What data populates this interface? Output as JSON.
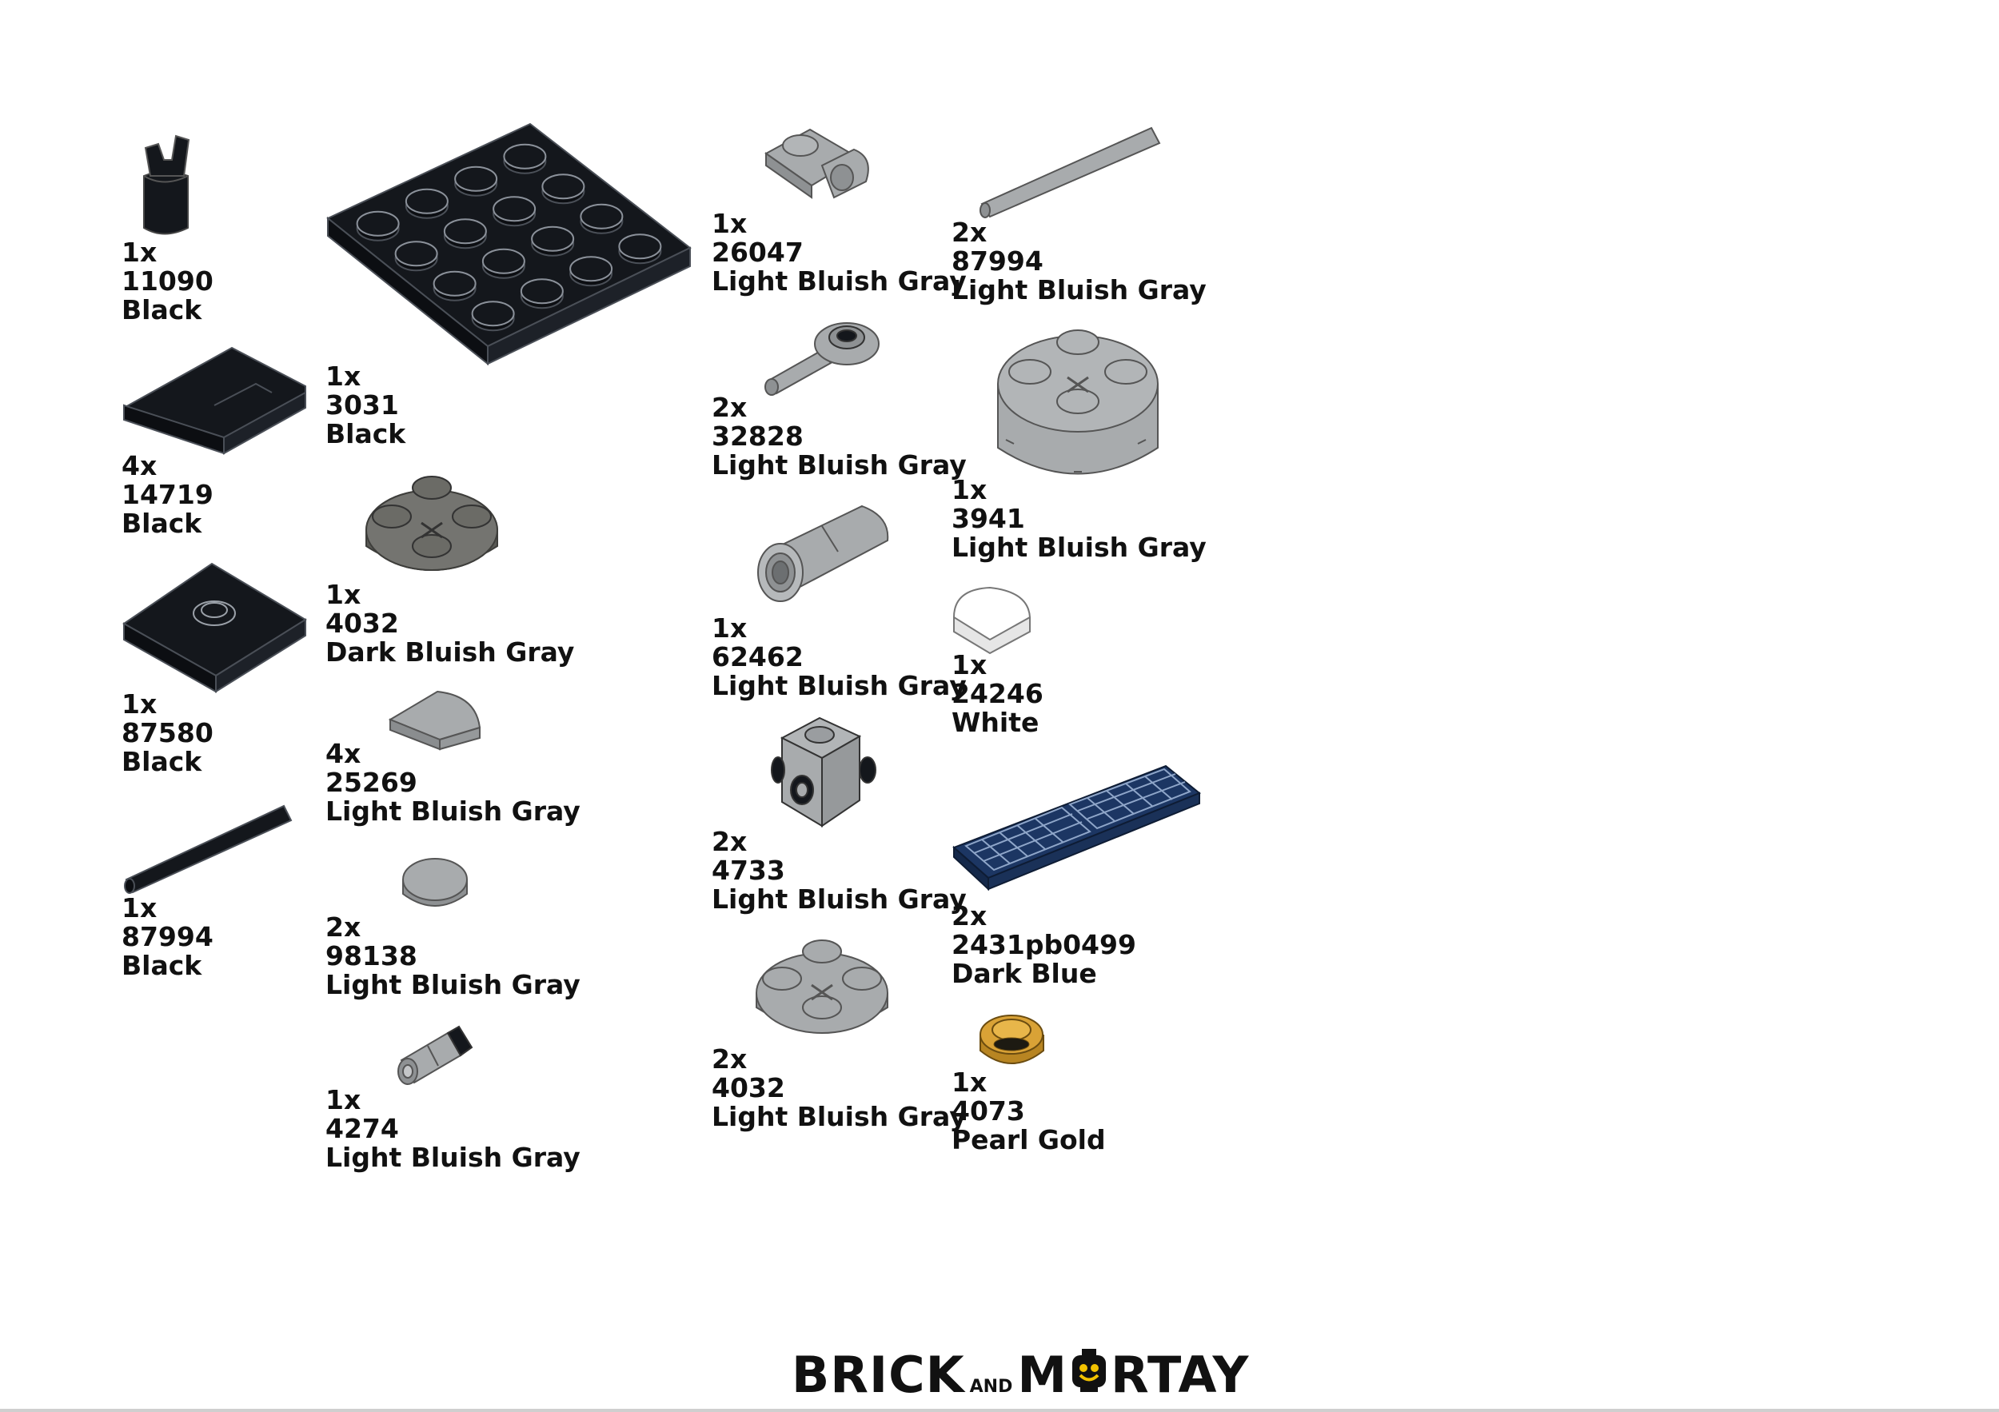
{
  "parts": [
    {
      "qty": "1x",
      "id": "11090",
      "color": "Black"
    },
    {
      "qty": "1x",
      "id": "3031",
      "color": "Black"
    },
    {
      "qty": "4x",
      "id": "14719",
      "color": "Black"
    },
    {
      "qty": "1x",
      "id": "4032",
      "color": "Dark Bluish Gray"
    },
    {
      "qty": "1x",
      "id": "87580",
      "color": "Black"
    },
    {
      "qty": "4x",
      "id": "25269",
      "color": "Light Bluish Gray"
    },
    {
      "qty": "1x",
      "id": "87994",
      "color": "Black"
    },
    {
      "qty": "2x",
      "id": "98138",
      "color": "Light Bluish Gray"
    },
    {
      "qty": "1x",
      "id": "4274",
      "color": "Light Bluish Gray"
    },
    {
      "qty": "1x",
      "id": "26047",
      "color": "Light Bluish Gray"
    },
    {
      "qty": "2x",
      "id": "32828",
      "color": "Light Bluish Gray"
    },
    {
      "qty": "1x",
      "id": "62462",
      "color": "Light Bluish Gray"
    },
    {
      "qty": "2x",
      "id": "4733",
      "color": "Light Bluish Gray"
    },
    {
      "qty": "2x",
      "id": "4032",
      "color": "Light Bluish Gray"
    },
    {
      "qty": "2x",
      "id": "87994",
      "color": "Light Bluish Gray"
    },
    {
      "qty": "1x",
      "id": "3941",
      "color": "Light Bluish Gray"
    },
    {
      "qty": "1x",
      "id": "24246",
      "color": "White"
    },
    {
      "qty": "2x",
      "id": "2431pb0499",
      "color": "Dark Blue"
    },
    {
      "qty": "1x",
      "id": "4073",
      "color": "Pearl Gold"
    }
  ],
  "logo": {
    "brick": "BRICK",
    "and": "AND",
    "m": "M",
    "rtay": "RTAY"
  },
  "colors": {
    "black": "#111418",
    "light_bluish_gray": "#a8abad",
    "dark_bluish_gray": "#6b6b66",
    "white": "#ffffff",
    "dark_blue": "#1c3663",
    "pearl_gold": "#d9a236"
  }
}
